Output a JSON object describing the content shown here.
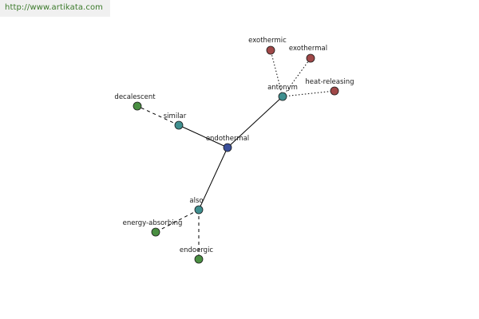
{
  "header": {
    "url": "http://www.artikata.com"
  },
  "colors": {
    "center": "#3a4f9a",
    "relation": "#3f8f8f",
    "antonym_leaf": "#a04848",
    "synonym_leaf": "#4a8f42",
    "edge": "#000000",
    "background": "#ffffff",
    "watermark_bg": "#f0f0f0",
    "watermark_text": "#3b7a2a"
  },
  "graph": {
    "center": {
      "id": "endothermal",
      "label": "endothermal",
      "kind": "center"
    },
    "nodes": [
      {
        "id": "antonym",
        "label": "antonym",
        "kind": "relation"
      },
      {
        "id": "similar",
        "label": "similar",
        "kind": "relation"
      },
      {
        "id": "also",
        "label": "also",
        "kind": "relation"
      },
      {
        "id": "exothermic",
        "label": "exothermic",
        "kind": "antonym_leaf"
      },
      {
        "id": "exothermal",
        "label": "exothermal",
        "kind": "antonym_leaf"
      },
      {
        "id": "heat-releasing",
        "label": "heat-releasing",
        "kind": "antonym_leaf"
      },
      {
        "id": "decalescent",
        "label": "decalescent",
        "kind": "synonym_leaf"
      },
      {
        "id": "energy-absorbing",
        "label": "energy-absorbing",
        "kind": "synonym_leaf"
      },
      {
        "id": "endoergic",
        "label": "endoergic",
        "kind": "synonym_leaf"
      }
    ],
    "edges": [
      {
        "from": "endothermal",
        "to": "antonym",
        "style": "solid"
      },
      {
        "from": "endothermal",
        "to": "similar",
        "style": "solid"
      },
      {
        "from": "endothermal",
        "to": "also",
        "style": "solid"
      },
      {
        "from": "antonym",
        "to": "exothermic",
        "style": "dotted"
      },
      {
        "from": "antonym",
        "to": "exothermal",
        "style": "dotted"
      },
      {
        "from": "antonym",
        "to": "heat-releasing",
        "style": "dotted"
      },
      {
        "from": "similar",
        "to": "decalescent",
        "style": "dashed"
      },
      {
        "from": "also",
        "to": "energy-absorbing",
        "style": "dashed"
      },
      {
        "from": "also",
        "to": "endoergic",
        "style": "dashed"
      }
    ]
  }
}
